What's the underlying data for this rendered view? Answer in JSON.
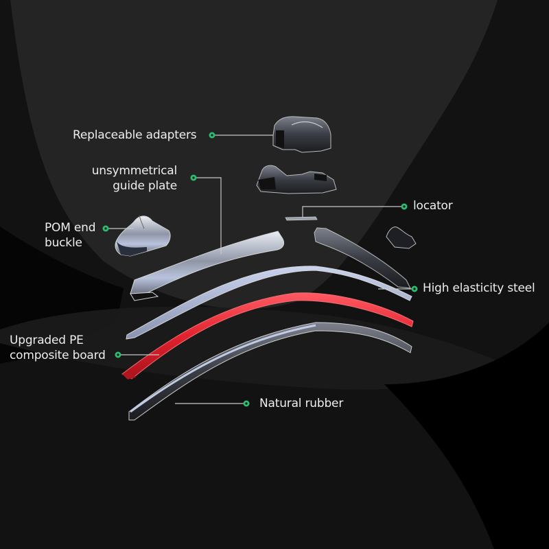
{
  "diagram": {
    "subject": "Wiper blade exploded view",
    "accent_color": "#2dbd6e",
    "leader_color": "#c8c8c8",
    "text_color": "#eeeeee",
    "background_colors": [
      "#121212",
      "#232323",
      "#000000"
    ],
    "components": [
      {
        "id": "replaceable-adapters",
        "lines": [
          "Replaceable adapters"
        ]
      },
      {
        "id": "guide-plate",
        "lines": [
          "unsymmetrical",
          "guide plate"
        ]
      },
      {
        "id": "pom-end-buckle",
        "lines": [
          "POM end",
          "buckle"
        ]
      },
      {
        "id": "locator",
        "lines": [
          "locator"
        ]
      },
      {
        "id": "high-elasticity-steel",
        "lines": [
          "High elasticity steel"
        ]
      },
      {
        "id": "pe-composite-board",
        "lines": [
          "Upgraded PE",
          "composite board"
        ]
      },
      {
        "id": "natural-rubber",
        "lines": [
          "Natural rubber"
        ]
      }
    ]
  }
}
